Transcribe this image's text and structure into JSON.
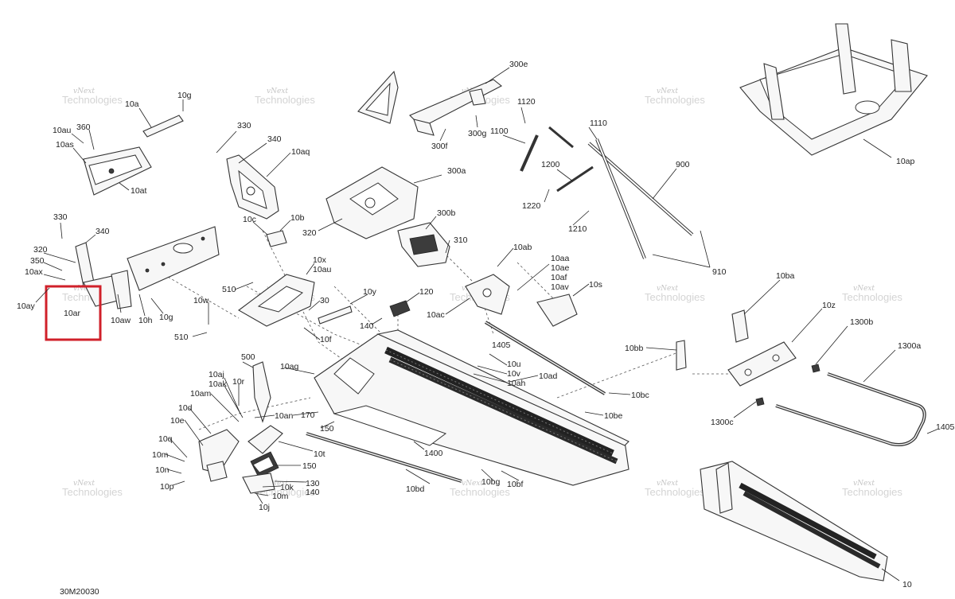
{
  "diagram_code": "30M20030",
  "watermark": {
    "line1": "vNext",
    "line2": "Technologies"
  },
  "highlight": {
    "color": "#d0202a"
  },
  "labels": {
    "l10a": "10a",
    "l10g_top": "10g",
    "l10au_l": "10au",
    "l360": "360",
    "l10as": "10as",
    "l10at": "10at",
    "l330_top": "330",
    "l340_top": "340",
    "l10aq": "10aq",
    "l10c": "10c",
    "l10b": "10b",
    "l300e": "300e",
    "l1120": "1120",
    "l300g": "300g",
    "l300f": "300f",
    "l1100": "1100",
    "l1110": "1110",
    "l1200": "1200",
    "l1220": "1220",
    "l1210": "1210",
    "l900": "900",
    "l910": "910",
    "l300a": "300a",
    "l320_mid": "320",
    "l300b": "300b",
    "l310": "310",
    "l10ap": "10ap",
    "l330_left": "330",
    "l340_left": "340",
    "l320_left": "320",
    "l350": "350",
    "l10ax": "10ax",
    "l10ay": "10ay",
    "l10ar": "10ar",
    "l10aw": "10aw",
    "l10h": "10h",
    "l10g_left": "10g",
    "l10x": "10x",
    "l10au_m": "10au",
    "l510_a": "510",
    "l10w": "10w",
    "l510_b": "510",
    "l30": "30",
    "l10y": "10y",
    "l10f": "10f",
    "l120": "120",
    "l140_a": "140",
    "l10ab": "10ab",
    "l10aa": "10aa",
    "l10ae": "10ae",
    "l10af": "10af",
    "l10av": "10av",
    "l10s": "10s",
    "l10ac": "10ac",
    "l1405_a": "1405",
    "l10u": "10u",
    "l10v": "10v",
    "l10ah": "10ah",
    "l10ad": "10ad",
    "l10bc": "10bc",
    "l10be": "10be",
    "l10ba": "10ba",
    "l10bb": "10bb",
    "l10z": "10z",
    "l1300b": "1300b",
    "l1300a": "1300a",
    "l1300c": "1300c",
    "l1405_b": "1405",
    "l500": "500",
    "l10aj": "10aj",
    "l10ak": "10ak",
    "l10r": "10r",
    "l10am": "10am",
    "l10ag": "10ag",
    "l170": "170",
    "l10d": "10d",
    "l10an": "10an",
    "l10e": "10e",
    "l150_a": "150",
    "l10t": "10t",
    "l10q": "10q",
    "l10m_a": "10m",
    "l150_b": "150",
    "l10n": "10n",
    "l10p": "10p",
    "l130": "130",
    "l10k": "10k",
    "l140_b": "140",
    "l10m_b": "10m",
    "l10j": "10j",
    "l1400": "1400",
    "l10bd": "10bd",
    "l10bg": "10bg",
    "l10bf": "10bf",
    "l10": "10"
  }
}
